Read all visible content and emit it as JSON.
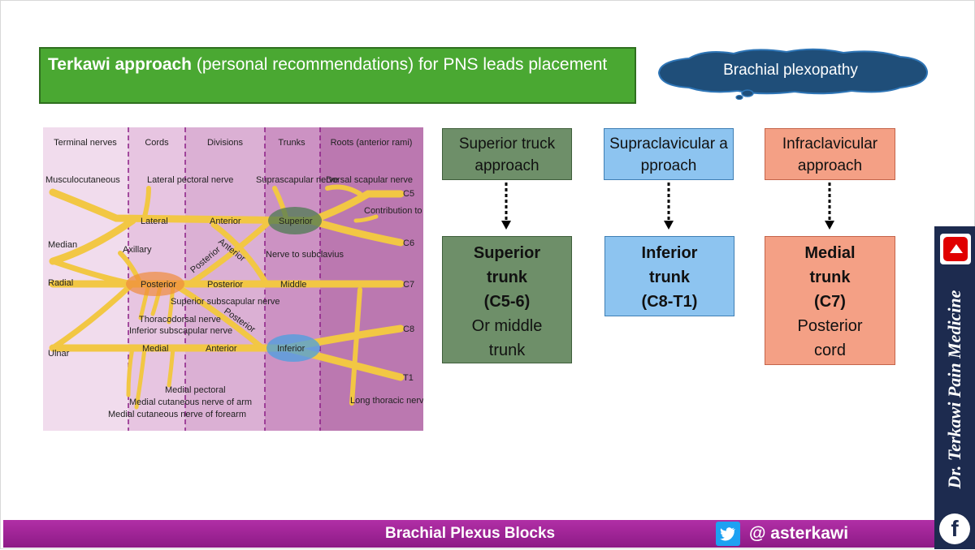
{
  "title": {
    "bold": "Terkawi approach",
    "rest": " (personal recommendations) for PNS leads placement"
  },
  "cloud": {
    "text": "Brachial plexopathy"
  },
  "diagram": {
    "columns": [
      "Terminal nerves",
      "Cords",
      "Divisions",
      "Trunks",
      "Roots (anterior rami)"
    ],
    "roots": [
      "C5",
      "C6",
      "C7",
      "C8",
      "T1"
    ],
    "terminal_nerves": [
      "Musculocutaneous",
      "Median",
      "Radial",
      "Ulnar"
    ],
    "cords": [
      "Lateral",
      "Posterior",
      "Medial"
    ],
    "divisions": [
      "Anterior",
      "Anterior",
      "Posterior",
      "Anterior",
      "Posterior",
      "Posterior"
    ],
    "trunks": [
      "Superior",
      "Middle",
      "Inferior"
    ],
    "branches": {
      "lateral_pectoral": "Lateral pectoral nerve",
      "suprascapular": "Suprascapular nerve",
      "dorsal_scapular": "Dorsal scapular nerve",
      "phrenic": "Contribution to phrenic nerve",
      "subclavius": "Nerve to subclavius",
      "axillary": "Axillary",
      "superior_subscapular": "Superior subscapular nerve",
      "thoracodorsal": "Thoracodorsal nerve",
      "inferior_subscapular": "Inferior subscapular nerve",
      "medial_pectoral": "Medial pectoral",
      "cut_arm": "Medial cutaneous nerve of arm",
      "cut_forearm": "Medial cutaneous nerve of forearm",
      "long_thoracic": "Long thoracic nerve"
    }
  },
  "approaches": [
    {
      "label": "Superior truck approach",
      "color": "#6e8f69"
    },
    {
      "label": "Supraclavicular approach",
      "color": "#8dc4f0"
    },
    {
      "label": "Infraclavicular approach",
      "color": "#f4a085"
    }
  ],
  "targets": [
    {
      "bold": [
        "Superior",
        "trunk",
        "(C5-6)"
      ],
      "normal": [
        "Or middle",
        "trunk"
      ],
      "color": "#6e8f69"
    },
    {
      "bold": [
        "Inferior",
        "trunk",
        "(C8-T1)"
      ],
      "normal": [],
      "color": "#8dc4f0"
    },
    {
      "bold": [
        "Medial",
        "trunk",
        "(C7)"
      ],
      "normal": [
        "Posterior",
        "cord"
      ],
      "color": "#f4a085"
    }
  ],
  "sidebar": {
    "author": "Dr. Terkawi Pain Medicine",
    "youtube_icon": "youtube-icon",
    "facebook_icon": "facebook-icon"
  },
  "footer": {
    "title": "Brachial Plexus Blocks",
    "handle": "@ asterkawi",
    "twitter_icon": "twitter-icon"
  }
}
